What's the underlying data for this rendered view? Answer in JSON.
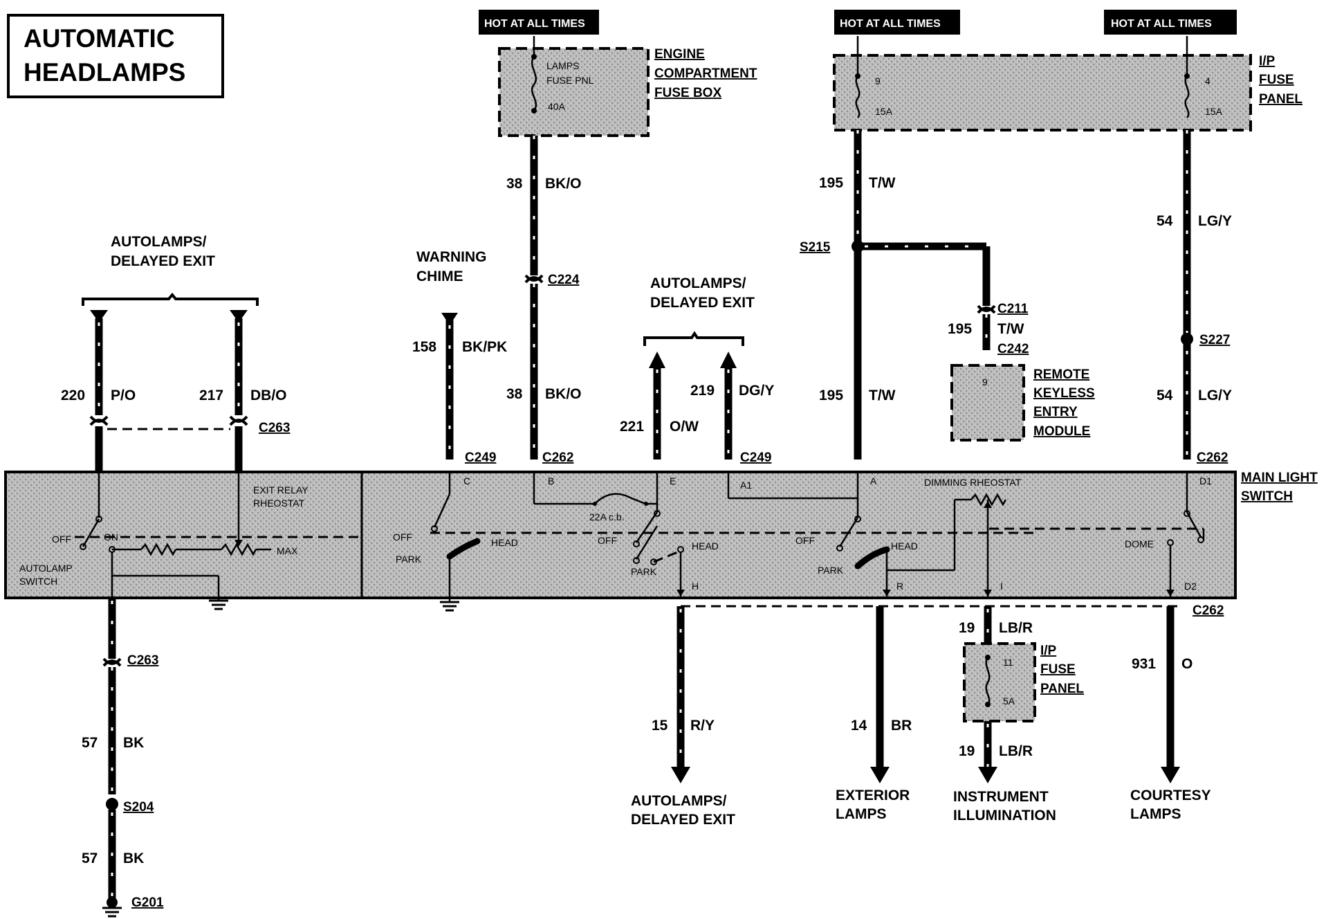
{
  "title": {
    "line1": "AUTOMATIC",
    "line2": "HEADLAMPS"
  },
  "hot_labels": [
    "HOT AT ALL TIMES",
    "HOT AT ALL TIMES",
    "HOT AT ALL TIMES"
  ],
  "engine_fuse_box": {
    "name_lines": [
      "ENGINE",
      "COMPARTMENT",
      "FUSE BOX"
    ],
    "fuse_lines": [
      "LAMPS",
      "FUSE PNL"
    ],
    "rating": "40A"
  },
  "ip_fuse_panel_top": {
    "name_lines": [
      "I/P",
      "FUSE",
      "PANEL"
    ],
    "fuse_a": {
      "number": "9",
      "rating": "15A"
    },
    "fuse_b": {
      "number": "4",
      "rating": "15A"
    }
  },
  "ip_fuse_panel_low": {
    "name_lines": [
      "I/P",
      "FUSE",
      "PANEL"
    ],
    "fuse": {
      "number": "11",
      "rating": "5A"
    }
  },
  "remote_keyless": {
    "name_lines": [
      "REMOTE",
      "KEYLESS",
      "ENTRY",
      "MODULE"
    ],
    "pin": "9"
  },
  "group_labels": {
    "autolamps_left": [
      "AUTOLAMPS/",
      "DELAYED EXIT"
    ],
    "warning_chime": [
      "WARNING",
      "CHIME"
    ],
    "autolamps_mid": [
      "AUTOLAMPS/",
      "DELAYED EXIT"
    ]
  },
  "wires": {
    "w38_top": {
      "circuit": "38",
      "color": "BK/O"
    },
    "w38_low": {
      "circuit": "38",
      "color": "BK/O"
    },
    "w158": {
      "circuit": "158",
      "color": "BK/PK"
    },
    "w221": {
      "circuit": "221",
      "color": "O/W"
    },
    "w219": {
      "circuit": "219",
      "color": "DG/Y"
    },
    "w220": {
      "circuit": "220",
      "color": "P/O"
    },
    "w217": {
      "circuit": "217",
      "color": "DB/O"
    },
    "w195_top": {
      "circuit": "195",
      "color": "T/W"
    },
    "w195_mid": {
      "circuit": "195",
      "color": "T/W"
    },
    "w195_low": {
      "circuit": "195",
      "color": "T/W"
    },
    "w54_top": {
      "circuit": "54",
      "color": "LG/Y"
    },
    "w54_low": {
      "circuit": "54",
      "color": "LG/Y"
    },
    "w57_a": {
      "circuit": "57",
      "color": "BK"
    },
    "w57_b": {
      "circuit": "57",
      "color": "BK"
    },
    "w15": {
      "circuit": "15",
      "color": "R/Y"
    },
    "w14": {
      "circuit": "14",
      "color": "BR"
    },
    "w19_a": {
      "circuit": "19",
      "color": "LB/R"
    },
    "w19_b": {
      "circuit": "19",
      "color": "LB/R"
    },
    "w931": {
      "circuit": "931",
      "color": "O"
    }
  },
  "connectors": {
    "c224": "C224",
    "c263_top": "C263",
    "c263_low": "C263",
    "c249_a": "C249",
    "c249_b": "C249",
    "c262_a": "C262",
    "c262_b": "C262",
    "c262_bottom": "C262",
    "c211": "C211",
    "c242": "C242",
    "s215": "S215",
    "s227": "S227",
    "s204": "S204",
    "g201": "G201"
  },
  "main_switch": {
    "name_lines": [
      "MAIN LIGHT",
      "SWITCH"
    ],
    "exit_relay": [
      "EXIT RELAY",
      "RHEOSTAT"
    ],
    "autolamp_switch": [
      "AUTOLAMP",
      "SWITCH"
    ],
    "off": "OFF",
    "on": "ON",
    "max": "MAX",
    "park": "PARK",
    "head": "HEAD",
    "breaker": "22A c.b.",
    "dimming": "DIMMING RHEOSTAT",
    "dome": "DOME",
    "pins": {
      "c": "C",
      "b": "B",
      "e": "E",
      "a1": "A1",
      "a": "A",
      "d1": "D1",
      "h": "H",
      "r": "R",
      "i": "I",
      "d2": "D2"
    }
  },
  "destinations": {
    "autolamps": [
      "AUTOLAMPS/",
      "DELAYED EXIT"
    ],
    "exterior": [
      "EXTERIOR",
      "LAMPS"
    ],
    "instrument": [
      "INSTRUMENT",
      "ILLUMINATION"
    ],
    "courtesy": [
      "COURTESY",
      "LAMPS"
    ]
  }
}
